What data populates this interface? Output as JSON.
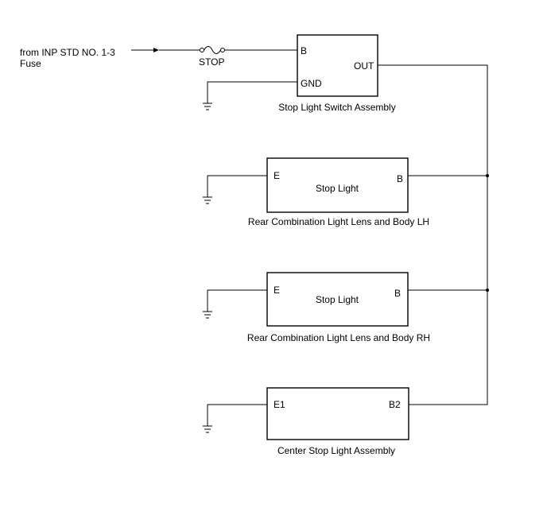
{
  "source": {
    "line1": "from INP STD NO. 1-3",
    "line2": "Fuse"
  },
  "fuse": {
    "label": "STOP"
  },
  "switch_assembly": {
    "name": "Stop Light Switch Assembly",
    "pin_b": "B",
    "pin_gnd": "GND",
    "pin_out": "OUT"
  },
  "lh_light": {
    "name": "Rear Combination Light Lens and Body LH",
    "inner": "Stop Light",
    "pin_e": "E",
    "pin_b": "B"
  },
  "rh_light": {
    "name": "Rear Combination Light Lens and Body RH",
    "inner": "Stop Light",
    "pin_e": "E",
    "pin_b": "B"
  },
  "center_light": {
    "name": "Center Stop Light Assembly",
    "pin_e": "E1",
    "pin_b": "B2"
  },
  "icons": [
    "arrow-icon",
    "fuse-icon",
    "ground-icon",
    "junction-dot-icon"
  ]
}
